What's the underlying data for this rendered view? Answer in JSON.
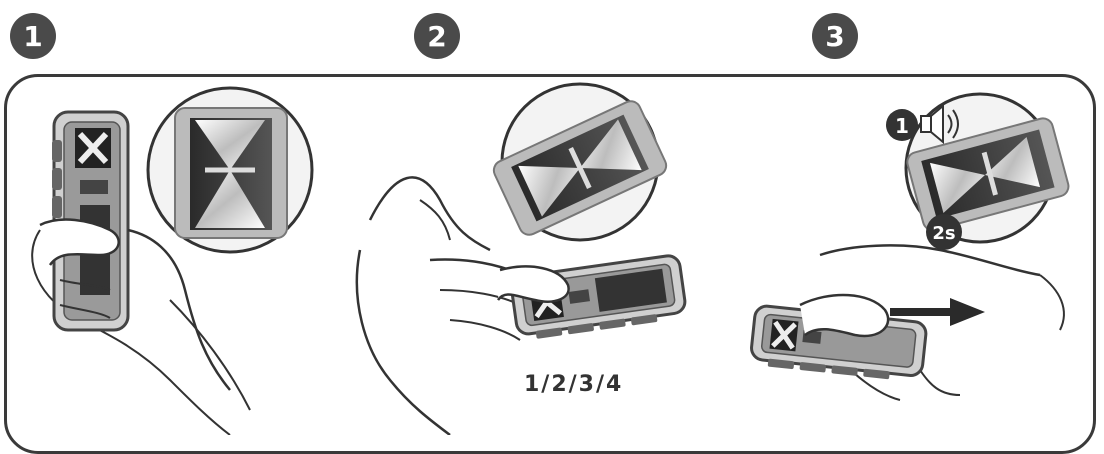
{
  "steps": [
    {
      "number": "1"
    },
    {
      "number": "2"
    },
    {
      "number": "3"
    }
  ],
  "step2": {
    "button_label": "1/2/3/4"
  },
  "step3": {
    "beep_count": "1",
    "hold_duration": "2s"
  },
  "colors": {
    "badge": "#4a4a4a",
    "outline": "#3a3a3a",
    "device_body": "#cfcfcf",
    "device_edge": "#555555"
  }
}
